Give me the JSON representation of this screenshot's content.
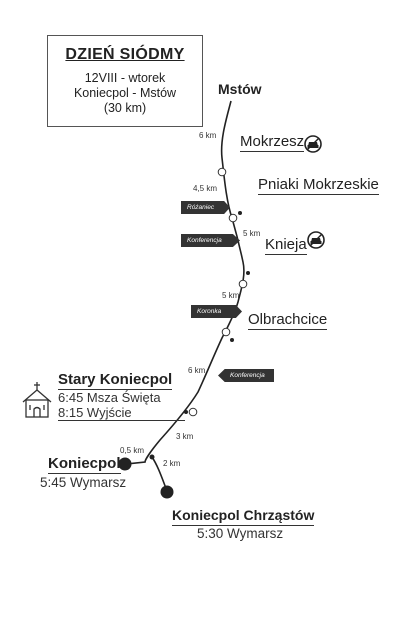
{
  "title": {
    "heading": "DZIEŃ SIÓDMY",
    "date": "12VIII - wtorek",
    "route": "Koniecpol - Mstów",
    "distance": "(30 km)"
  },
  "places": {
    "mstow": "Mstów",
    "mokrzesz": "Mokrzesz",
    "pniaki": "Pniaki Mokrzeskie",
    "knieja": "Knieja",
    "olbrachcice": "Olbrachcice",
    "stary_koniecpol": "Stary Koniecpol",
    "stary_koniecpol_mass": "6:45 Msza Święta",
    "stary_koniecpol_exit": "8:15 Wyjście",
    "koniecpol": "Koniecpol",
    "koniecpol_time": "5:45 Wymarsz",
    "chrzastow": "Koniecpol Chrząstów",
    "chrzastow_time": "5:30 Wymarsz"
  },
  "distances": {
    "d1": "6 km",
    "d2": "4,5 km",
    "d3": "5 km",
    "d4": "5 km",
    "d5": "6 km",
    "d6": "3 km",
    "d7": "0,5 km",
    "d8": "2 km"
  },
  "tags": {
    "rozaniec": "Różaniec",
    "konferencja1": "Konferencja",
    "koronka": "Koronka",
    "konferencja2": "Konferencja"
  },
  "icons": {
    "car": "car-icon",
    "church": "church-icon",
    "rest": "rest-stop-icon"
  },
  "colors": {
    "route": "#222222",
    "tag": "#333333"
  }
}
